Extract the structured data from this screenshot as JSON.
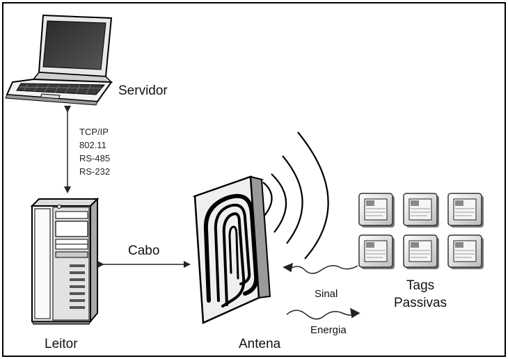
{
  "labels": {
    "server": "Servidor",
    "reader": "Leitor",
    "antenna": "Antena",
    "cable": "Cabo",
    "signal": "Sinal",
    "energy": "Energia",
    "tags_line1": "Tags",
    "tags_line2": "Passivas"
  },
  "protocols": [
    "TCP/IP",
    "802.11",
    "RS-485",
    "RS-232"
  ],
  "tags": {
    "rows": 2,
    "cols": 3
  }
}
